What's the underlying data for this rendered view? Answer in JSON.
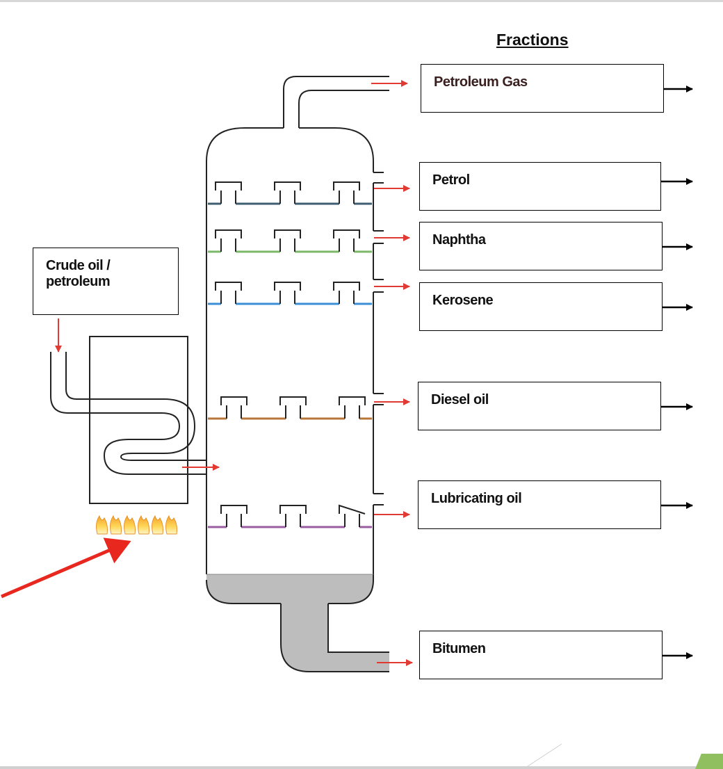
{
  "diagram": {
    "heading": "Fractions",
    "input_label": "Crude oil / petroleum",
    "fractions": [
      {
        "key": "petroleum_gas",
        "label": "Petroleum Gas"
      },
      {
        "key": "petrol",
        "label": "Petrol"
      },
      {
        "key": "naphtha",
        "label": "Naphtha"
      },
      {
        "key": "kerosene",
        "label": "Kerosene"
      },
      {
        "key": "diesel",
        "label": "Diesel oil"
      },
      {
        "key": "lubricating",
        "label": "Lubricating oil"
      },
      {
        "key": "bitumen",
        "label": "Bitumen"
      }
    ],
    "colors": {
      "arrow_red": "#e03a32",
      "tray_petrol": "#3f5d70",
      "tray_naphtha": "#7cb86a",
      "tray_kerosene": "#3b8fd6",
      "tray_diesel": "#b8763a",
      "tray_lubricating": "#9a5ca0",
      "residue_grey": "#bdbdbd",
      "accent_green": "#8fbf5f"
    }
  }
}
